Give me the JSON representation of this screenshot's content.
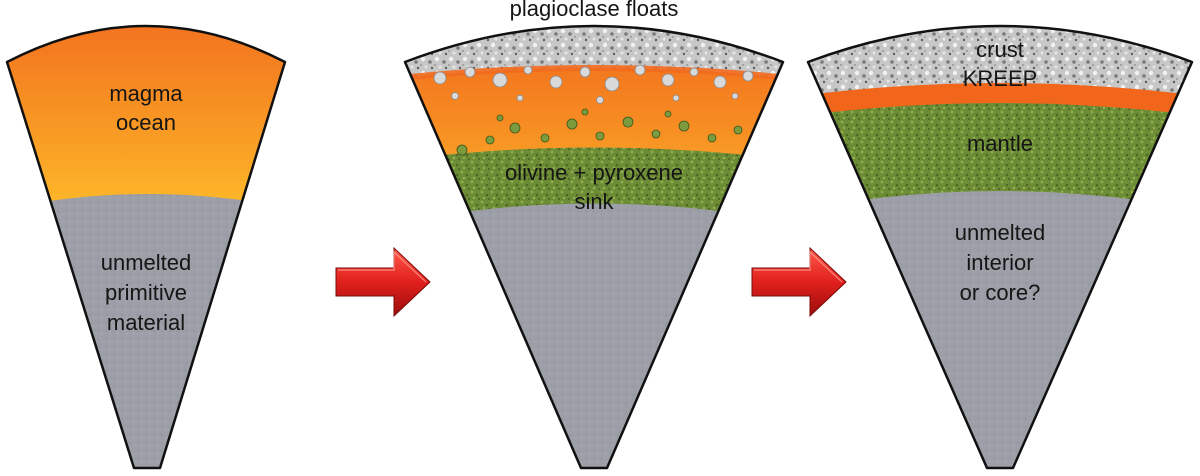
{
  "panels": [
    {
      "id": "initial",
      "labels": {
        "magma_line1": "magma",
        "magma_line2": "ocean",
        "interior_line1": "unmelted",
        "interior_line2": "primitive",
        "interior_line3": "material"
      }
    },
    {
      "id": "crystallizing",
      "labels": {
        "top_caption": "plagioclase floats",
        "sink_line1": "olivine + pyroxene",
        "sink_line2": "sink"
      }
    },
    {
      "id": "differentiated",
      "labels": {
        "crust": "crust",
        "kreep": "KREEP",
        "mantle": "mantle",
        "interior_line1": "unmelted",
        "interior_line2": "interior",
        "interior_line3": "or core?"
      }
    }
  ],
  "arrows": [
    {
      "id": "arrow-1",
      "direction": "right"
    },
    {
      "id": "arrow-2",
      "direction": "right"
    }
  ],
  "colors": {
    "magma_top": "#f4731d",
    "magma_bottom": "#ffc12a",
    "interior": "#9b9ea6",
    "mantle": "#6f8f38",
    "crust": "#c9c9c9",
    "kreep": "#f1661a",
    "arrow": "#d11a18",
    "outline": "#111111"
  }
}
